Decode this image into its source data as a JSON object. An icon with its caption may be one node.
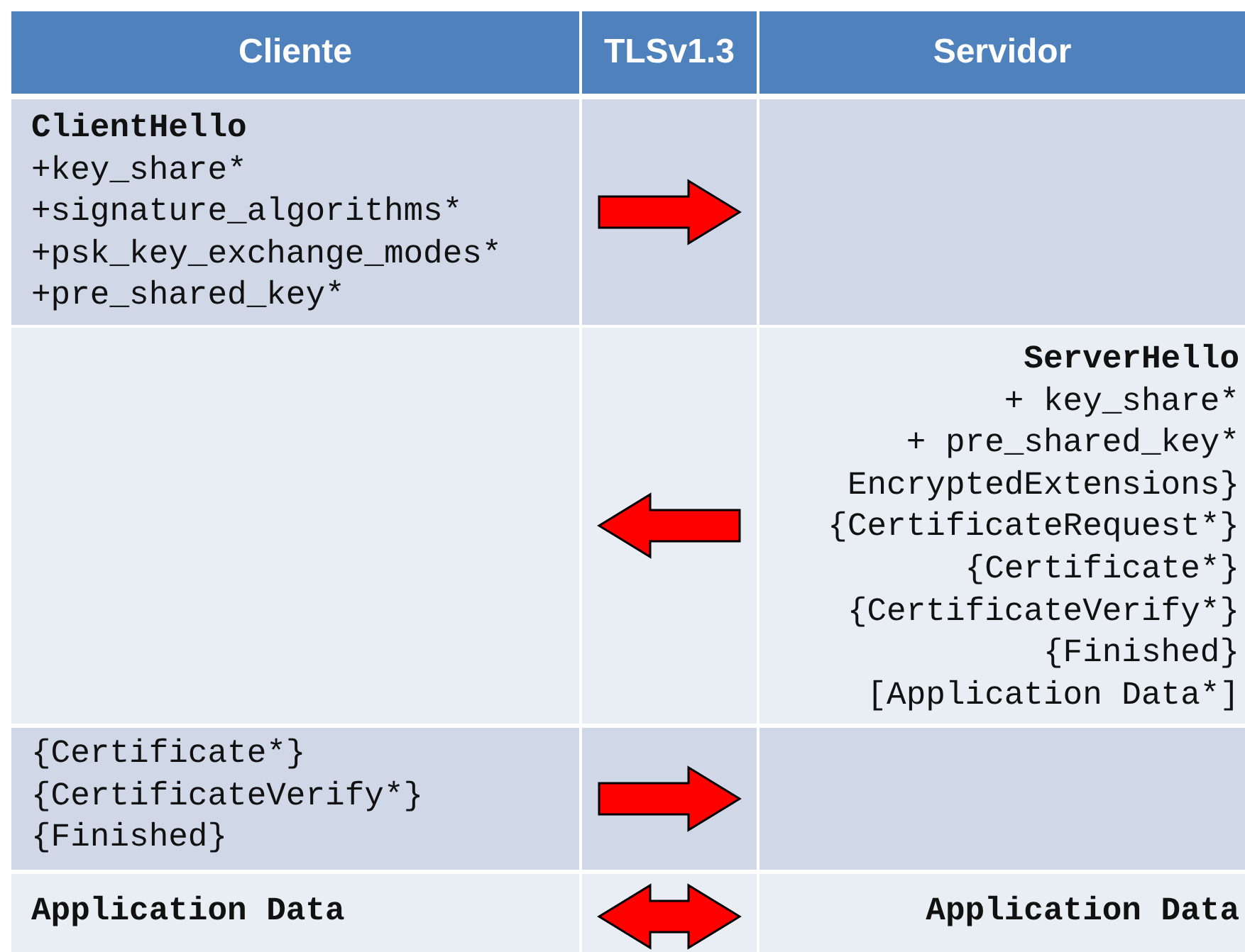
{
  "diagram": {
    "nodes": [
      {
        "text": [
          "ClientHello",
          "+key_share*",
          "+signature_algorithms*",
          "+psk_key_exchange_modes*",
          "+pre_shared_key*"
        ]
      },
      {
        "text": [],
        "shape": "box"
      },
      {
        "text": [],
        "shape": "box"
      },
      {
        "text": [
          "ServerHello",
          "+ key_share*",
          "+ pre_shared_key*",
          "EncryptedExtensions}",
          "{CertificateRequest*}",
          "{Certificate*}",
          "{CertificateVerify*}",
          "{Finished}",
          "[Application Data*]"
        ]
      },
      {
        "text": [
          "{Certificate*}",
          "{CertificateVerify*}",
          "{Finished}"
        ]
      },
      {
        "text": [],
        "shape": "box"
      },
      {
        "text": [
          "Application Data"
        ]
      },
      {
        "text": [
          "Application Data"
        ]
      }
    ],
    "edges": [
      {
        "from": 0,
        "to": 1,
        "arrow": "to"
      },
      {
        "from": 3,
        "to": 2,
        "arrow": "to"
      },
      {
        "from": 4,
        "to": 5,
        "arrow": "to"
      },
      {
        "from": 6,
        "to": 7,
        "arrow": "both"
      }
    ],
    "labels": [
      "Cliente",
      "TLSv1.3",
      "Servidor"
    ]
  }
}
